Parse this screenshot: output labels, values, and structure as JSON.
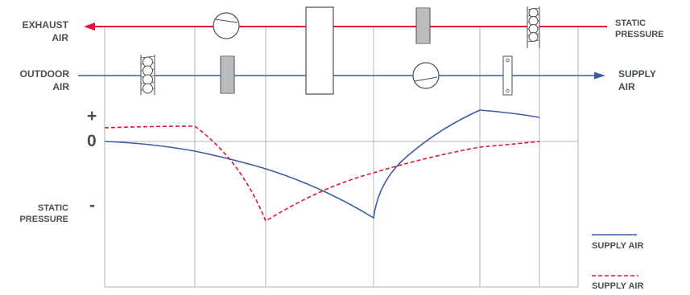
{
  "labels": {
    "exhaust_air": [
      "EXHAUST",
      "AIR"
    ],
    "outdoor_air": [
      "OUTDOOR",
      "AIR"
    ],
    "static_pressure_top": [
      "STATIC",
      "PRESSURE"
    ],
    "supply_air_top": [
      "SUPPLY",
      "AIR"
    ],
    "static_pressure_left": [
      "STATIC",
      "PRESSURE"
    ],
    "plus": "+",
    "zero": "0",
    "minus": "-"
  },
  "legend": [
    {
      "label": "SUPPLY AIR",
      "style": "solid",
      "color": "#3f5ba5"
    },
    {
      "label": "SUPPLY AIR",
      "style": "dashed",
      "color": "#e0143c"
    }
  ],
  "colors": {
    "exhaust_line": "#e8103b",
    "supply_line": "#3f5ba5",
    "grid": "#b4b4b4",
    "text": "#4a4f54"
  }
}
